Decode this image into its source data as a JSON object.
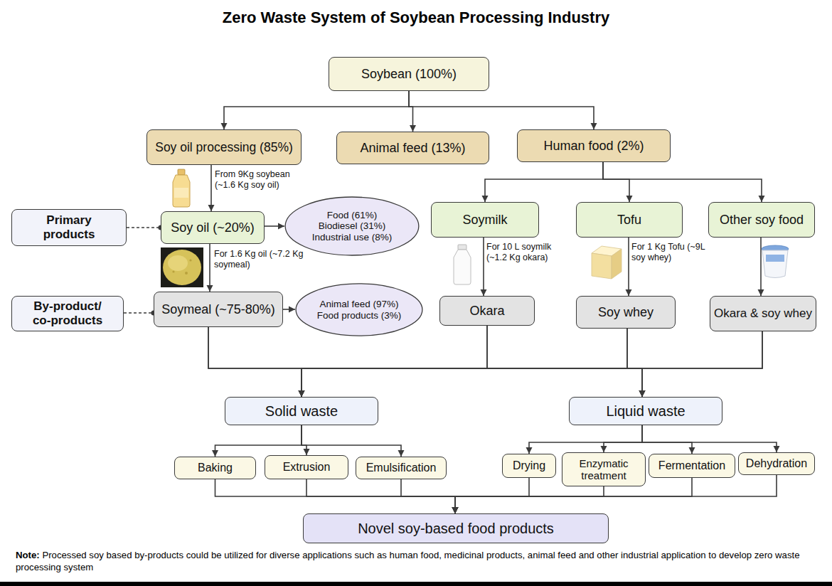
{
  "diagram": {
    "title": "Zero Waste System of Soybean Processing Industry",
    "nodes": [
      {
        "text": [
          "Soybean (100%)"
        ]
      },
      {
        "text": [
          "Soy oil processing (85%)"
        ]
      },
      {
        "text": [
          "Animal feed (13%)"
        ]
      },
      {
        "text": [
          "Human food (2%)"
        ]
      },
      {
        "text": [
          "Primary products"
        ]
      },
      {
        "text": [
          "Soy oil (~20%)"
        ]
      },
      {
        "text": [
          "Food (61%)",
          "Biodiesel (31%)",
          "Industrial use (8%)"
        ]
      },
      {
        "text": [
          "Soymilk"
        ]
      },
      {
        "text": [
          "Tofu"
        ]
      },
      {
        "text": [
          "Other soy food"
        ]
      },
      {
        "text": [
          "By-product/ co-products"
        ]
      },
      {
        "text": [
          "Soymeal (~75-80%)"
        ]
      },
      {
        "text": [
          "Animal feed (97%)",
          "Food products (3%)"
        ]
      },
      {
        "text": [
          "Okara"
        ]
      },
      {
        "text": [
          "Soy whey"
        ]
      },
      {
        "text": [
          "Okara & soy whey"
        ]
      },
      {
        "text": [
          "Solid waste"
        ]
      },
      {
        "text": [
          "Liquid waste"
        ]
      },
      {
        "text": [
          "Baking"
        ]
      },
      {
        "text": [
          "Extrusion"
        ]
      },
      {
        "text": [
          "Emulsification"
        ]
      },
      {
        "text": [
          "Drying"
        ]
      },
      {
        "text": [
          "Enzymatic treatment"
        ]
      },
      {
        "text": [
          "Fermentation"
        ]
      },
      {
        "text": [
          "Dehydration"
        ]
      },
      {
        "text": [
          "Novel soy-based food products"
        ]
      }
    ],
    "edges": [
      {
        "from": 0,
        "to": 1,
        "arrow": "to"
      },
      {
        "from": 0,
        "to": 2,
        "arrow": "to"
      },
      {
        "from": 0,
        "to": 3,
        "arrow": "to"
      },
      {
        "from": 1,
        "to": 5,
        "label": "From 9Kg soybean (~1.6 Kg soy oil)",
        "arrow": "to"
      },
      {
        "from": 4,
        "to": 5,
        "arrow": "to"
      },
      {
        "from": 5,
        "to": 6,
        "arrow": "to"
      },
      {
        "from": 5,
        "to": 11,
        "label": "For 1.6 Kg oil (~7.2 Kg soymeal)",
        "arrow": "to"
      },
      {
        "from": 10,
        "to": 11,
        "arrow": "to"
      },
      {
        "from": 11,
        "to": 12,
        "arrow": "to"
      },
      {
        "from": 3,
        "to": 7,
        "arrow": "to"
      },
      {
        "from": 3,
        "to": 8,
        "arrow": "to"
      },
      {
        "from": 3,
        "to": 9,
        "arrow": "to"
      },
      {
        "from": 7,
        "to": 13,
        "label": "For 10 L soymilk (~1.2 Kg okara)",
        "arrow": "to"
      },
      {
        "from": 8,
        "to": 14,
        "label": "For 1 Kg Tofu (~9L soy whey)",
        "arrow": "to"
      },
      {
        "from": 9,
        "to": 15,
        "arrow": "to"
      },
      {
        "from": 11,
        "to": 16,
        "arrow": "to"
      },
      {
        "from": 11,
        "to": 17,
        "arrow": "to"
      },
      {
        "from": 13,
        "to": 16,
        "arrow": "to"
      },
      {
        "from": 13,
        "to": 17,
        "arrow": "to"
      },
      {
        "from": 14,
        "to": 16,
        "arrow": "to"
      },
      {
        "from": 14,
        "to": 17,
        "arrow": "to"
      },
      {
        "from": 15,
        "to": 16,
        "arrow": "to"
      },
      {
        "from": 15,
        "to": 17,
        "arrow": "to"
      },
      {
        "from": 16,
        "to": 18,
        "arrow": "to"
      },
      {
        "from": 16,
        "to": 19,
        "arrow": "to"
      },
      {
        "from": 16,
        "to": 20,
        "arrow": "to"
      },
      {
        "from": 17,
        "to": 21,
        "arrow": "to"
      },
      {
        "from": 17,
        "to": 22,
        "arrow": "to"
      },
      {
        "from": 17,
        "to": 23,
        "arrow": "to"
      },
      {
        "from": 17,
        "to": 24,
        "arrow": "to"
      },
      {
        "from": 18,
        "to": 25,
        "arrow": "to"
      },
      {
        "from": 19,
        "to": 25,
        "arrow": "to"
      },
      {
        "from": 20,
        "to": 25,
        "arrow": "to"
      },
      {
        "from": 21,
        "to": 25,
        "arrow": "to"
      },
      {
        "from": 22,
        "to": 25,
        "arrow": "to"
      },
      {
        "from": 23,
        "to": 25,
        "arrow": "to"
      },
      {
        "from": 24,
        "to": 25,
        "arrow": "to"
      }
    ],
    "labels": [
      "Note:",
      "Processed soy based by-products could be utilized for diverse applications such as human food, medicinal products, animal feed and other industrial application to develop zero waste processing system"
    ]
  }
}
